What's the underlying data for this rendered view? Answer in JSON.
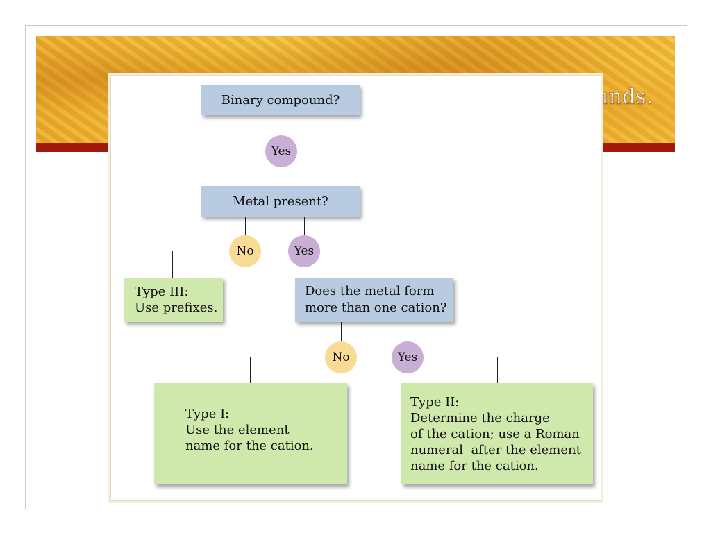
{
  "slide": {
    "title_fragment": "pounds."
  },
  "flowchart": {
    "q_binary": "Binary compound?",
    "yes_1": "Yes",
    "q_metal": "Metal present?",
    "no_1": "No",
    "yes_2": "Yes",
    "type3_lines": [
      "Type III:",
      "Use prefixes."
    ],
    "q_cation_lines": [
      "Does the metal form",
      "more than one cation?"
    ],
    "no_2": "No",
    "yes_3": "Yes",
    "type1_lines": [
      "Type I:",
      "Use the element",
      "name for the cation."
    ],
    "type2_lines": [
      "Type II:",
      "Determine the charge",
      "of the cation; use a Roman",
      "numeral  after the element",
      "name for the cation."
    ]
  },
  "colors": {
    "question_box": "#b8cbe0",
    "answer_box": "#cfe8ab",
    "yes_circle": "#c9aed6",
    "no_circle": "#f8dc96",
    "banner_stripe": "#a01a10"
  }
}
